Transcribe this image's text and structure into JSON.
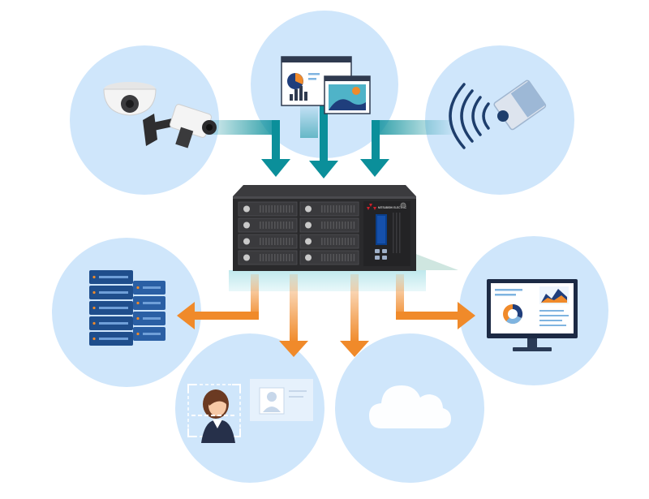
{
  "diagram": {
    "background_color": "#ffffff",
    "circle_color": "#cfe6fb",
    "input_arrow_color": "#0b8f9a",
    "output_arrow_color": "#f08a2a",
    "device_color": "#2a2a2c",
    "device_logo_text": "MITSUBISHI ELECTRIC",
    "inputs": [
      {
        "name": "security-cameras",
        "icon": "cctv-camera-icon"
      },
      {
        "name": "web-dashboard-windows",
        "icon": "browser-window-icon"
      },
      {
        "name": "wireless-sensor",
        "icon": "wireless-signal-icon"
      }
    ],
    "outputs": [
      {
        "name": "server-rack",
        "icon": "server-rack-icon"
      },
      {
        "name": "face-recognition",
        "icon": "face-id-icon"
      },
      {
        "name": "cloud-storage",
        "icon": "cloud-icon"
      },
      {
        "name": "analytics-monitor",
        "icon": "monitor-analytics-icon"
      }
    ]
  }
}
